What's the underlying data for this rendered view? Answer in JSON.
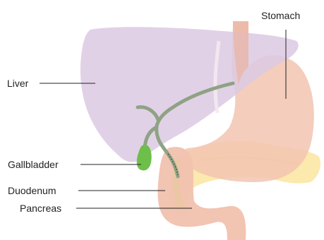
{
  "labels": {
    "stomach": "Stomach",
    "liver": "Liver",
    "gallbladder": "Gallbladder",
    "duodenum": "Duodenum",
    "pancreas": "Pancreas"
  },
  "colors": {
    "liver": "#dcc9e3",
    "stomach": "#f2c4b0",
    "esophagus": "#e9b3a3",
    "bile_duct": "#8fa285",
    "gallbladder": "#6dbf4a",
    "pancreas": "#fbe7a4",
    "duodenum": "#f1c1ae",
    "leader_line": "#222222"
  }
}
